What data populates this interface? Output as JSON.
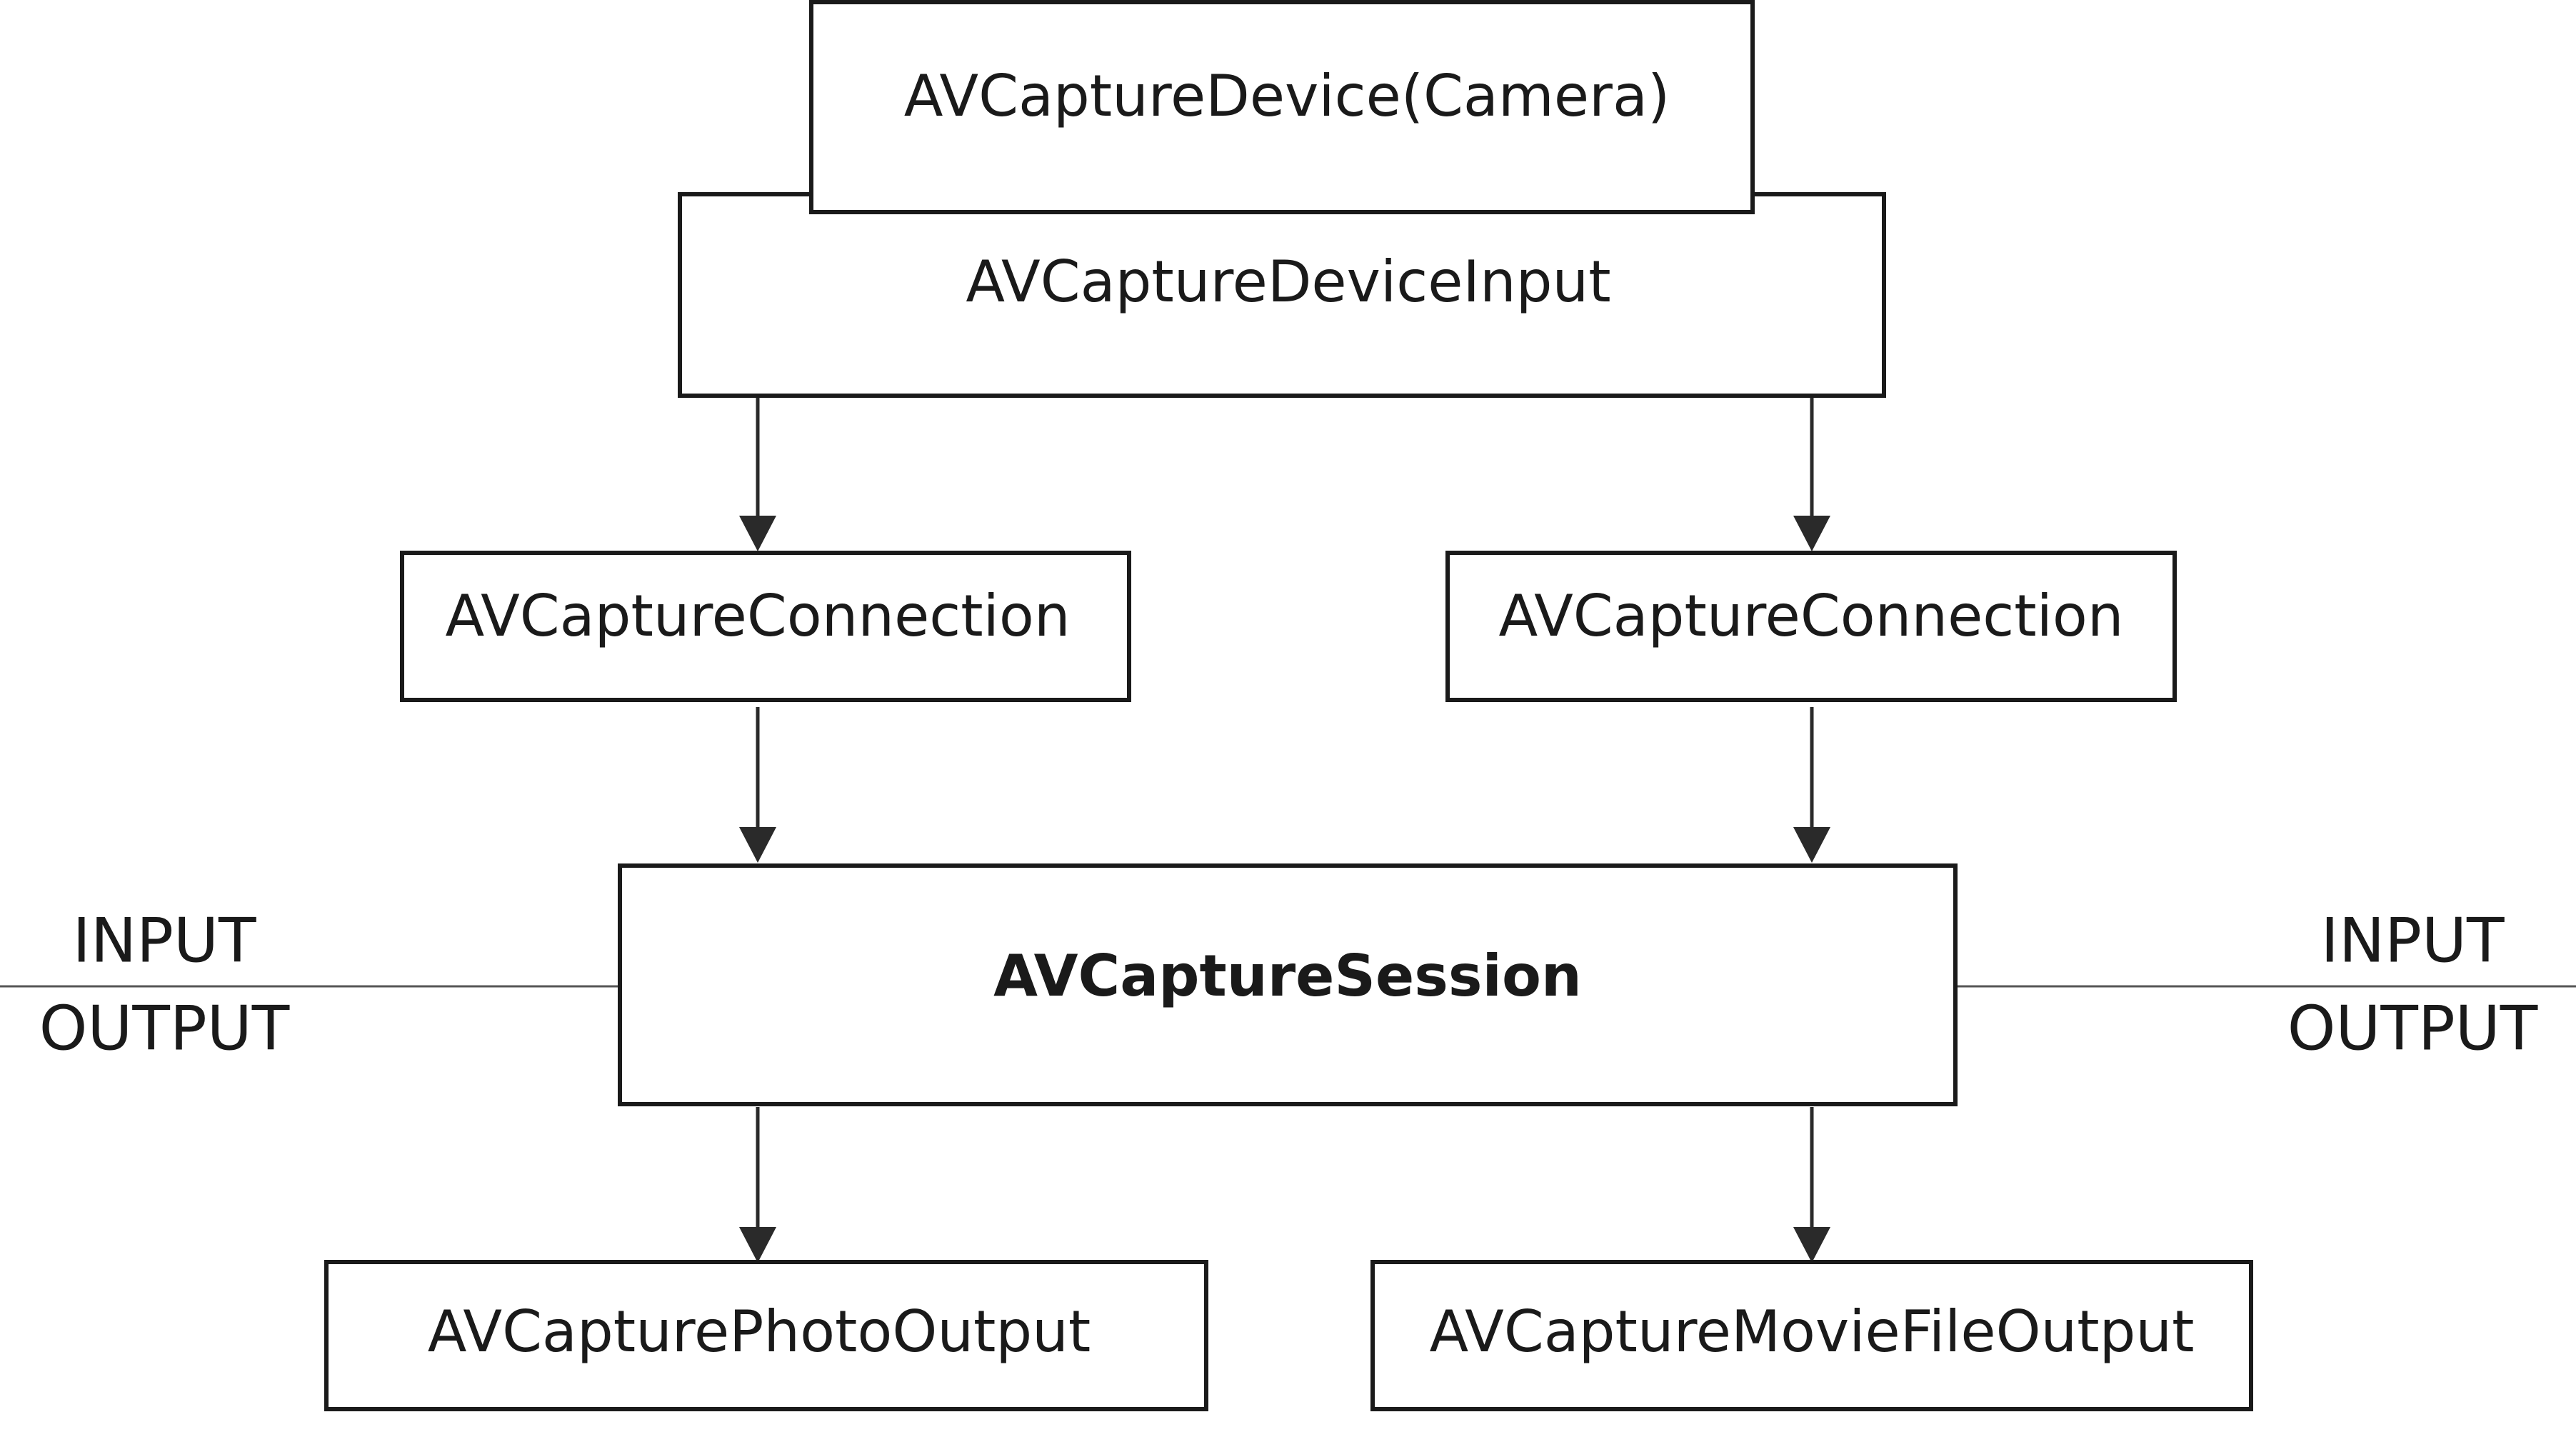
{
  "nodes": {
    "device": {
      "label": "AVCaptureDevice(Camera)"
    },
    "device_input": {
      "label": "AVCaptureDeviceInput"
    },
    "connection_left": {
      "label": "AVCaptureConnection"
    },
    "connection_right": {
      "label": "AVCaptureConnection"
    },
    "session": {
      "label": "AVCaptureSession"
    },
    "photo_output": {
      "label": "AVCapturePhotoOutput"
    },
    "movie_output": {
      "label": "AVCaptureMovieFileOutput"
    }
  },
  "side_labels": {
    "left": {
      "input": "INPUT",
      "output": "OUTPUT"
    },
    "right": {
      "input": "INPUT",
      "output": "OUTPUT"
    }
  },
  "edges": [
    {
      "from": "device_input",
      "to": "connection_left"
    },
    {
      "from": "device_input",
      "to": "connection_right"
    },
    {
      "from": "connection_left",
      "to": "session"
    },
    {
      "from": "connection_right",
      "to": "session"
    },
    {
      "from": "session",
      "to": "photo_output"
    },
    {
      "from": "session",
      "to": "movie_output"
    }
  ],
  "colors": {
    "stroke": "#1a1a1a",
    "background": "#ffffff"
  }
}
